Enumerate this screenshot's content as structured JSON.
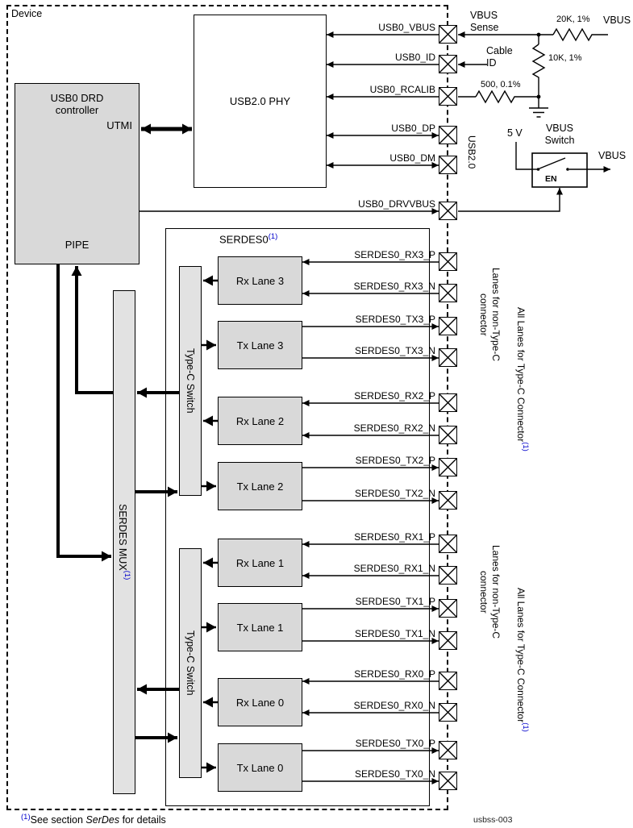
{
  "device_label": "Device",
  "colors": {
    "accent_blue": "#0000cc",
    "block_gray": "#d9d9d9",
    "bar_gray": "#e2e2e2"
  },
  "blocks": {
    "usb0_drd": {
      "title": "USB0 DRD controller",
      "utmi": "UTMI",
      "pipe": "PIPE"
    },
    "usb2_phy": "USB2.0 PHY",
    "serdes0": {
      "label": "SERDES0",
      "sup": "(1)"
    },
    "serdes_mux": {
      "label": "SERDES MUX",
      "sup": "(1)"
    },
    "typec_switch": "Type-C Switch",
    "lanes": [
      "Rx Lane 3",
      "Tx Lane 3",
      "Rx Lane 2",
      "Tx Lane 2",
      "Rx Lane 1",
      "Tx Lane 1",
      "Rx Lane 0",
      "Tx Lane 0"
    ]
  },
  "signals": {
    "vbus": "USB0_VBUS",
    "id": "USB0_ID",
    "rcalib": "USB0_RCALIB",
    "dp": "USB0_DP",
    "dm": "USB0_DM",
    "drvvbus": "USB0_DRVVBUS",
    "rx3p": "SERDES0_RX3_P",
    "rx3n": "SERDES0_RX3_N",
    "tx3p": "SERDES0_TX3_P",
    "tx3n": "SERDES0_TX3_N",
    "rx2p": "SERDES0_RX2_P",
    "rx2n": "SERDES0_RX2_N",
    "tx2p": "SERDES0_TX2_P",
    "tx2n": "SERDES0_TX2_N",
    "rx1p": "SERDES0_RX1_P",
    "rx1n": "SERDES0_RX1_N",
    "tx1p": "SERDES0_TX1_P",
    "tx1n": "SERDES0_TX1_N",
    "rx0p": "SERDES0_RX0_P",
    "rx0n": "SERDES0_RX0_N",
    "tx0p": "SERDES0_TX0_P",
    "tx0n": "SERDES0_TX0_N"
  },
  "external": {
    "vbus_sense": "VBUS\nSense",
    "cable_id": "Cable\nID",
    "r_20k": "20K, 1%",
    "r_10k": "10K, 1%",
    "r_500": "500, 0.1%",
    "vbus_top": "VBUS",
    "five_v": "5 V",
    "vbus_switch": "VBUS\nSwitch",
    "en": "EN",
    "vbus_out": "VBUS"
  },
  "side_labels": {
    "usb2": "USB2.0",
    "non_typec": "Lanes for non-Type-C connector",
    "all_typec": "All Lanes for Type-C Connector",
    "all_typec_sup": "(1)"
  },
  "footer": {
    "note_sup": "(1)",
    "note_a": "See section ",
    "note_b": "SerDes",
    "note_c": " for details",
    "doc_id": "usbss-003"
  }
}
